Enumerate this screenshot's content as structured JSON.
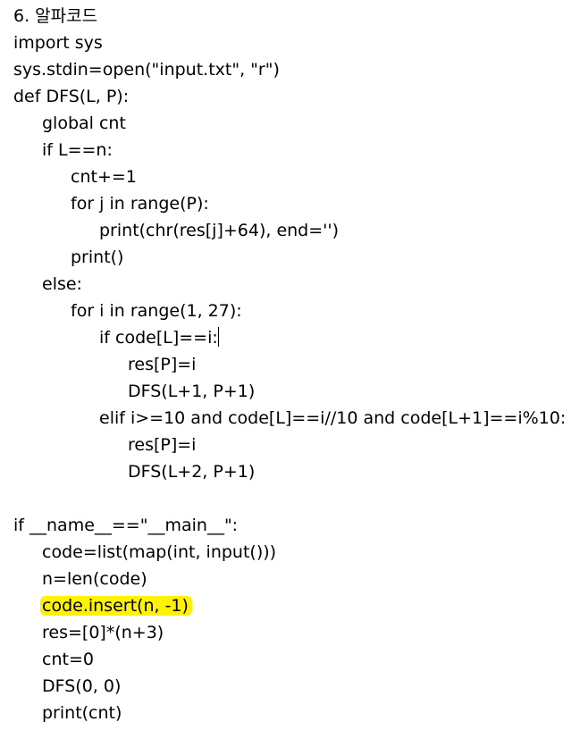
{
  "title": "6. 알파코드",
  "code_lines": [
    "import sys",
    "sys.stdin=open(\"input.txt\", \"r\")",
    "def DFS(L, P):",
    "global cnt",
    "if L==n:",
    "cnt+=1",
    "for j in range(P):",
    "print(chr(res[j]+64), end='')",
    "print()",
    "else:",
    "for i in range(1, 27):",
    "if code[L]==i:",
    "res[P]=i",
    "DFS(L+1, P+1)",
    "elif i>=10 and code[L]==i//10 and code[L+1]==i%10:",
    "res[P]=i",
    "DFS(L+2, P+1)",
    "if __name__==\"__main__\":",
    "code=list(map(int, input()))",
    "n=len(code)",
    "code.insert(n, -1)",
    "res=[0]*(n+3)",
    "cnt=0",
    "DFS(0, 0)",
    "print(cnt)"
  ],
  "highlight_color": "#fff200"
}
